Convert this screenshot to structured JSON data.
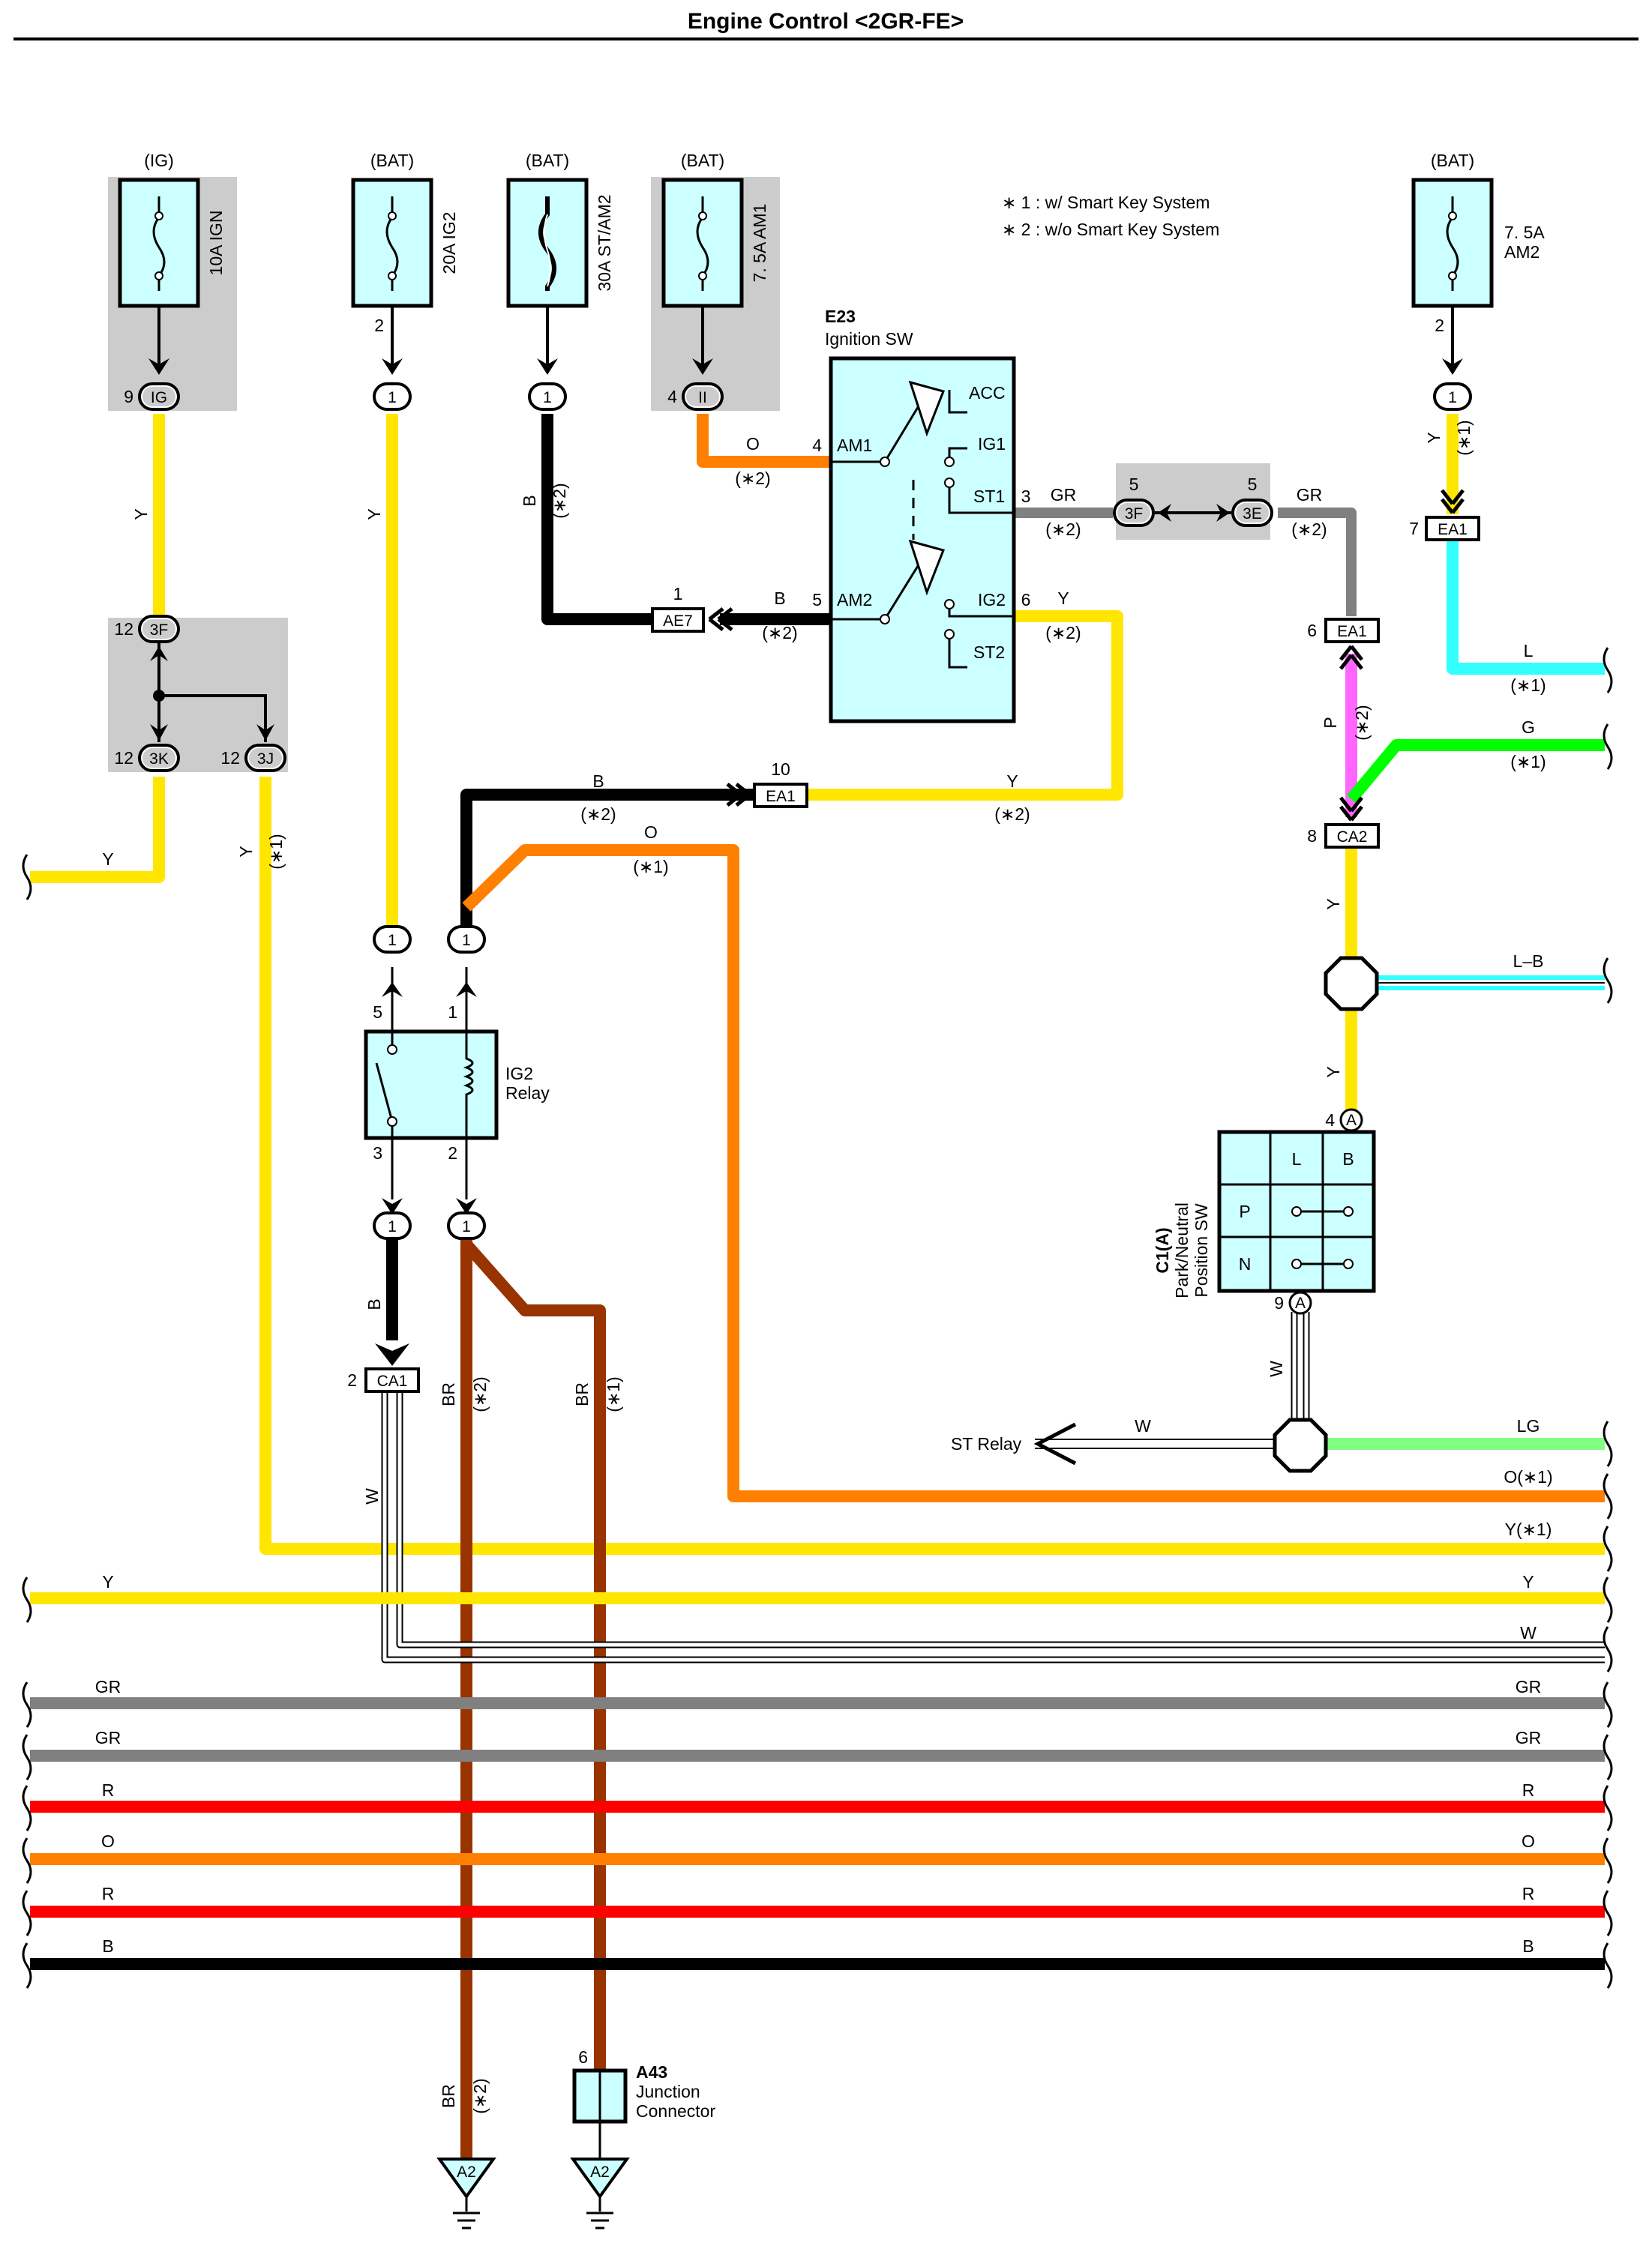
{
  "title": "Engine Control <2GR-FE>",
  "notes": [
    "∗ 1 : w/ Smart Key System",
    "∗ 2 : w/o Smart Key System"
  ],
  "fuses": [
    {
      "source": "(IG)",
      "label": "10A IGN",
      "connector": "IG",
      "pin": "9"
    },
    {
      "source": "(BAT)",
      "label": "20A IG2",
      "connector": "1",
      "pin": "2"
    },
    {
      "source": "(BAT)",
      "label": "30A ST/AM2",
      "connector": "1",
      "pin": ""
    },
    {
      "source": "(BAT)",
      "label": "7. 5A AM1",
      "connector": "II",
      "pin": "4"
    },
    {
      "source": "(BAT)",
      "label": "7. 5A AM2",
      "connector": "1",
      "pin": "2"
    }
  ],
  "ignition_sw": {
    "code": "E23",
    "name": "Ignition SW",
    "terminals": [
      "ACC",
      "IG1",
      "ST1",
      "IG2",
      "ST2",
      "AM1",
      "AM2"
    ],
    "pins": {
      "am1": "4",
      "am2": "5",
      "st1": "3",
      "ig2": "6"
    }
  },
  "relay": {
    "name": "IG2",
    "name2": "Relay",
    "pins": {
      "p5": "5",
      "p1": "1",
      "p3": "3",
      "p2": "2"
    }
  },
  "pnp_sw": {
    "code": "C1(A)",
    "name1": "Park/Neutral",
    "name2": "Position SW",
    "headers": [
      "L",
      "B"
    ],
    "rows": [
      "P",
      "N"
    ],
    "pins": {
      "top": "4",
      "bottom": "9"
    },
    "pin_letter": "A"
  },
  "junction": {
    "code": "A43",
    "name1": "Junction",
    "name2": "Connector",
    "pin": "6"
  },
  "ground_label": "A2",
  "st_relay": "ST Relay",
  "connectors": {
    "ae7": "AE7",
    "ae7_pin": "1",
    "ea1_top": "EA1",
    "ea1_top_pin": "10",
    "ea1_mid": "EA1",
    "ea1_mid_pin": "6",
    "ea1_right": "EA1",
    "ea1_right_pin": "7",
    "ca2": "CA2",
    "ca2_pin": "8",
    "ca1": "CA1",
    "ca1_pin": "2",
    "c3f_a": "3F",
    "c3f_a_pin": "12",
    "c3k": "3K",
    "c3k_pin": "12",
    "c3j": "3J",
    "c3j_pin": "12",
    "c3f_b": "3F",
    "c3f_b_pin": "5",
    "c3e": "3E",
    "c3e_pin": "5",
    "one": "1"
  },
  "wire_labels": {
    "Y": "Y",
    "B": "B",
    "O": "O",
    "GR": "GR",
    "P": "P",
    "L": "L",
    "G": "G",
    "LB": "L–B",
    "W": "W",
    "BR": "BR",
    "LG": "LG",
    "R": "R",
    "n1": "(∗1)",
    "n2": "(∗2)",
    "O1": "O(∗1)",
    "Y1": "Y(∗1)"
  },
  "colors": {
    "Y": "#ffe600",
    "B": "#000000",
    "O": "#ff8000",
    "GR": "#808080",
    "P": "#ff66ff",
    "L": "#33ffff",
    "G": "#00ff00",
    "LG": "#80ff80",
    "BR": "#993300",
    "R": "#ff0000",
    "W": "#ffffff",
    "box": "#ccffff",
    "shade": "#cccccc"
  },
  "bus_rows": [
    {
      "left": "",
      "right": "LG",
      "color": "LG"
    },
    {
      "left": "",
      "right": "O(∗1)",
      "color": "O"
    },
    {
      "left": "",
      "right": "Y(∗1)",
      "color": "Y"
    },
    {
      "left": "Y",
      "right": "Y",
      "color": "Y"
    },
    {
      "left": "",
      "right": "W",
      "color": "W"
    },
    {
      "left": "GR",
      "right": "GR",
      "color": "GR"
    },
    {
      "left": "GR",
      "right": "GR",
      "color": "GR"
    },
    {
      "left": "R",
      "right": "R",
      "color": "R"
    },
    {
      "left": "O",
      "right": "O",
      "color": "O"
    },
    {
      "left": "R",
      "right": "R",
      "color": "R"
    },
    {
      "left": "B",
      "right": "B",
      "color": "B"
    }
  ]
}
